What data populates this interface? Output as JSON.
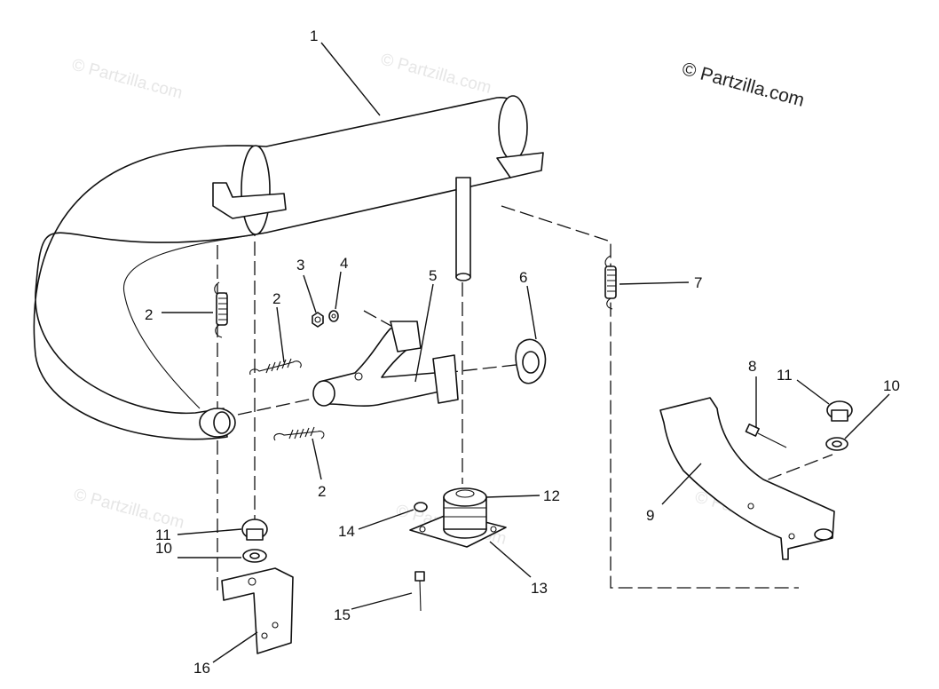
{
  "copyright_notice": "© Partzilla.com",
  "watermark_text": "© Partzilla.com",
  "callouts": {
    "c1": "1",
    "c2a": "2",
    "c2b": "2",
    "c2c": "2",
    "c3": "3",
    "c4": "4",
    "c5": "5",
    "c6": "6",
    "c7": "7",
    "c8": "8",
    "c9": "9",
    "c10a": "10",
    "c10b": "10",
    "c11a": "11",
    "c11b": "11",
    "c12": "12",
    "c13": "13",
    "c14": "14",
    "c15": "15",
    "c16": "16"
  },
  "colors": {
    "ink": "#111111",
    "watermark": "#e6e6e6",
    "background": "#ffffff"
  }
}
